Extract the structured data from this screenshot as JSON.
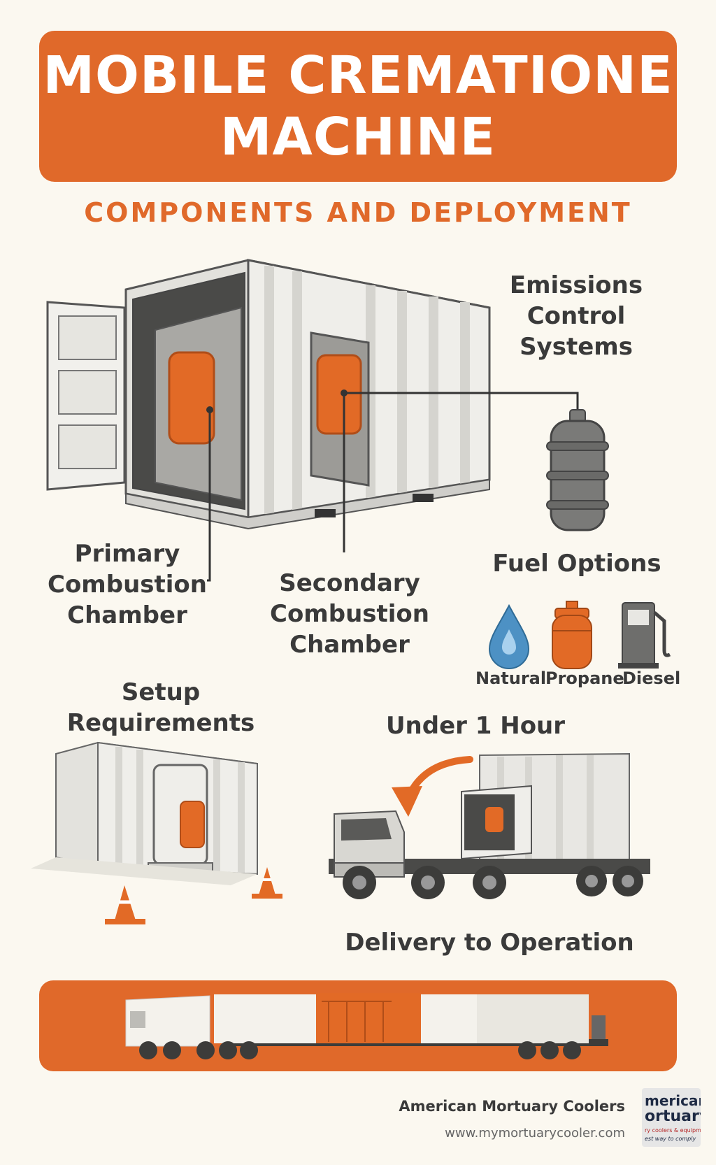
{
  "header": {
    "title_line1": "MOBILE CREMATIONE",
    "title_line2": "MACHINE",
    "subtitle": "COMPONENTS AND DEPLOYMENT"
  },
  "components": {
    "emissions": {
      "line1": "Emissions",
      "line2": "Control",
      "line3": "Systems"
    },
    "primary": {
      "line1": "Primary",
      "line2": "Combustion",
      "line3": "Chamber"
    },
    "secondary": {
      "line1": "Secondary",
      "line2": "Combustion",
      "line3": "Chamber"
    }
  },
  "fuel": {
    "title": "Fuel Options",
    "options": [
      {
        "label": "Natural",
        "icon": "water-drop-icon"
      },
      {
        "label": "Propane",
        "icon": "propane-tank-icon"
      },
      {
        "label": "Diesel",
        "icon": "fuel-pump-icon"
      }
    ]
  },
  "setup": {
    "line1": "Setup",
    "line2": "Requirements"
  },
  "delivery": {
    "time": "Under 1 Hour",
    "caption": "Delivery to Operation"
  },
  "footer": {
    "company": "American Mortuary Coolers",
    "url": "www.mymortuarycooler.com",
    "logo_line1": "merican",
    "logo_line2": "ortuary",
    "logo_line3": "ry coolers & equipment",
    "logo_line4": "est way to comply"
  },
  "colors": {
    "accent": "#e0692a",
    "background": "#fbf8f0",
    "text": "#3a3a3a"
  }
}
